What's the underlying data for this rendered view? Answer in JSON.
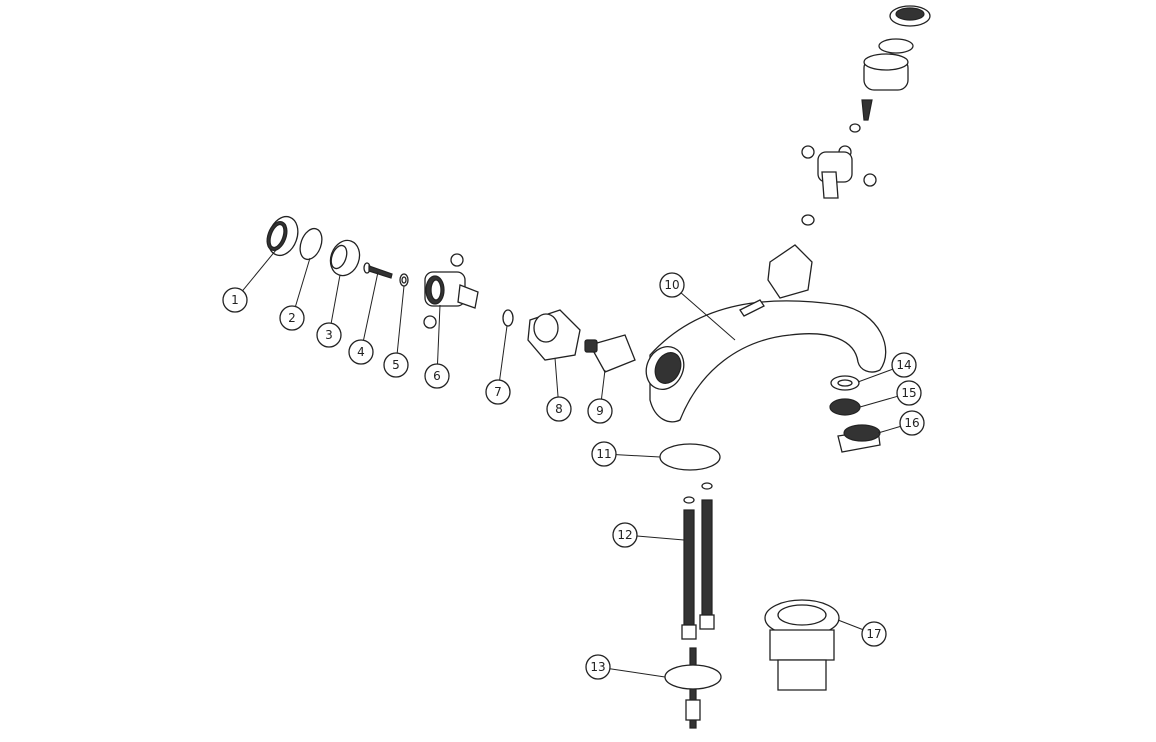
{
  "diagram": {
    "type": "exploded-parts-diagram",
    "line_color": "#222222",
    "callouts": [
      "1",
      "2",
      "3",
      "4",
      "5",
      "6",
      "7",
      "8",
      "9",
      "10",
      "11",
      "12",
      "13",
      "14",
      "15",
      "16",
      "17"
    ]
  }
}
